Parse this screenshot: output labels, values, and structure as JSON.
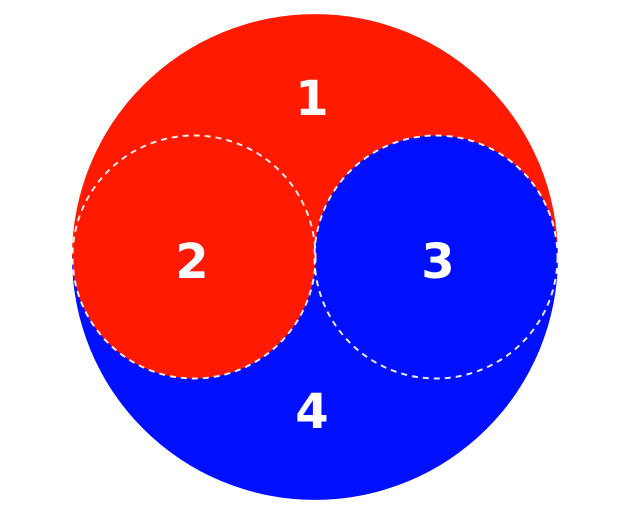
{
  "colors": {
    "red": "#ff1a00",
    "blue": "#0010ff",
    "label": "#ffffff",
    "background": "#ffffff"
  },
  "regions": [
    {
      "label": "1",
      "color": "red"
    },
    {
      "label": "2",
      "color": "red"
    },
    {
      "label": "3",
      "color": "blue"
    },
    {
      "label": "4",
      "color": "blue"
    }
  ]
}
